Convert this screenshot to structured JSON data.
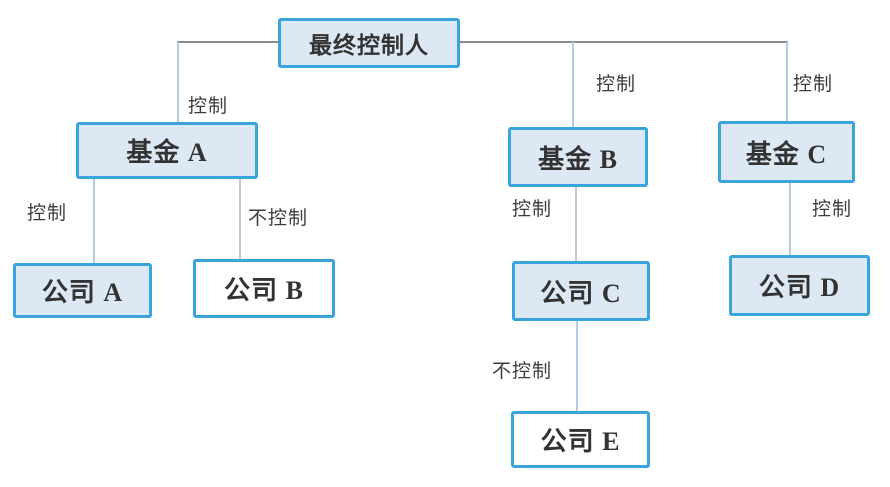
{
  "diagram": {
    "type": "control-structure-tree",
    "nodes": {
      "ultimate": {
        "label": "最终控制人",
        "fill": "blue"
      },
      "fundA": {
        "label": "基金 A",
        "fill": "blue"
      },
      "fundB": {
        "label": "基金 B",
        "fill": "blue"
      },
      "fundC": {
        "label": "基金 C",
        "fill": "blue"
      },
      "companyA": {
        "label": "公司 A",
        "fill": "blue"
      },
      "companyB": {
        "label": "公司 B",
        "fill": "white"
      },
      "companyC": {
        "label": "公司 C",
        "fill": "blue"
      },
      "companyD": {
        "label": "公司 D",
        "fill": "blue"
      },
      "companyE": {
        "label": "公司 E",
        "fill": "white"
      }
    },
    "edge_labels": {
      "ultimate_fundA": "控制",
      "ultimate_fundB": "控制",
      "ultimate_fundC": "控制",
      "fundA_companyA": "控制",
      "fundA_companyB": "不控制",
      "fundB_companyC": "控制",
      "fundC_companyD": "控制",
      "companyC_companyE": "不控制"
    },
    "edges": [
      {
        "from": "最终控制人",
        "to": "基金 A",
        "label": "控制"
      },
      {
        "from": "最终控制人",
        "to": "基金 B",
        "label": "控制"
      },
      {
        "from": "最终控制人",
        "to": "基金 C",
        "label": "控制"
      },
      {
        "from": "基金 A",
        "to": "公司 A",
        "label": "控制"
      },
      {
        "from": "基金 A",
        "to": "公司 B",
        "label": "不控制"
      },
      {
        "from": "基金 B",
        "to": "公司 C",
        "label": "控制"
      },
      {
        "from": "基金 C",
        "to": "公司 D",
        "label": "控制"
      },
      {
        "from": "公司 C",
        "to": "公司 E",
        "label": "不控制"
      }
    ],
    "colors": {
      "box_border": "#3aa5dc",
      "box_fill_blue": "#dce9f5",
      "box_fill_white": "#ffffff",
      "trunk_line": "#8c8c8c",
      "branch_line": "#b4ccdd",
      "text": "#333333"
    }
  }
}
